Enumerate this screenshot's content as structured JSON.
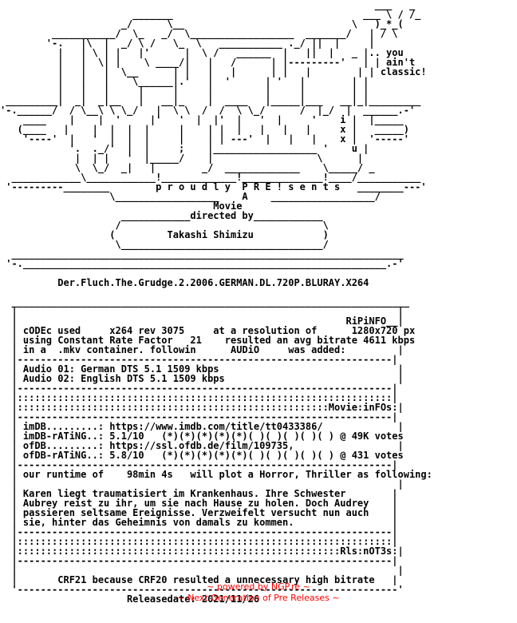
{
  "nfo_lines": [
    "                                                                 ___   _",
    "                       _______                                 ___ \\ / /_",
    "                     _/      \\__                             \\   )_*_(",
    "         ___________/  \\_   _/  \\__________________  _______/   | / \\",
    "        '-.   |\\  |  _/ \\ /   \\_  \\   ___________ ._/ ||  |     |",
    "          |   | \\ | |   |'      |  \\ /   ______  |   ||  |   _ |.. you",
    "          |   |  \\| |    \\ ____/|   |   /      | |---------'   | | ain't",
    "          |   |   |  \\__      | |   |   |      | |   |        | | classic!",
    "          |   |   |    \\______|.'   |  '      | '   |        | |",
    "          |   |   |     |     |     |         |     |        | |",
    " _________|  _|  _|__   |   __|_    |  ____   |_____|___   __|_|_________",
    "'-.______/  / \\__\\ \\ \\_/   |  \\ \\  /  /  \\ \\_/      /  |_/  |  ______.-'",
    "    ____    |    |  '     |'   '  |  |'  |   '  |     '    i |  |_____",
    "   (____   |    |  |  |  |     |    | |  |   |   |   |     x |   _____)",
    "    '----'  |   '  |  |  |     |    | | ---'  |   |   |    x |  '-----'",
    "            '.  ._/'  |  |     ;    |__________________ '    u |",
    "             |  | |   '  |_____/    |                  \\      |",
    "             \\  \\_/  _|   |        _/  _____________    \\_____/ _",
    "  ____________\\____________!_____________!______________!____/___________",
    " '---------________        p r o u d l y  P R E ! s e n t s   ________---'",
    "                   \\__________________    A    __________________/",
    "                                     Movie",
    "                     ____________directed by____________",
    "                    /                                   \\",
    "                   (         Takashi Shimizu            )",
    "                    \\___________________________________/",
    "  ____________________________________________________________________",
    " '-._______________________________________________________________.-'",
    "",
    "          Der.Fluch.The.Grudge.2.2006.GERMAN.DL.720P.BLURAY.X264",
    "",
    "  _____________________________________________________________________",
    "  |                                                                  |",
    "  |                                                         RiPiNFO__|",
    "  | cODEc used     x264 rev 3075     at a resolution of      1280x720 px",
    "  | using Constant Rate Factor   21    resulted an avg bitrate 4611 kbps",
    "  | in a  .mkv container. followin      AUDiO     was added:         |",
    "  |-----------------------------------------------------------------|",
    "  | Audio 01: German DTS 5.1 1509 kbps                               |",
    "  | Audio 02: English DTS 5.1 1509 kbps                              |",
    "  |-----------------------------------------------------------------|",
    "  |:::::::::::::::::::::::::::::::::::::::::::::::::::::::::::::::::|",
    "  |::::::::::::::::::::::::::::::::::::::::::::::::::::::Movie:inFOs:|",
    "  |-----------------------------------------------------------------|",
    "  | imDB.........: https://www.imdb.com/title/tt0433386/             |",
    "  | imDB-rATiNG..: 5.1/10   (*)(*)(*)(*)(*)( )( )( )( )( ) @ 49K votes",
    "  | ofDB.........: https://ssl.ofdb.de/film/109735,                  |",
    "  | ofDB-rATiNG..: 5.8/10   (*)(*)(*)(*)(*)( )( )( )( )( ) @ 431 votes",
    "  |-----------------------------------------------------------------|",
    "  | our runtime of    98min 4s   will plot a Horror, Thriller as following:",
    "  |                                                                  |",
    "  | Karen liegt traumatisiert im Krankenhaus. Ihre Schwester        |",
    "  | Aubrey reist zu ihr, um sie nach Hause zu holen. Doch Audrey    |",
    "  | passieren seltsame Ereignisse. Verzweifelt versucht nun auch    |",
    "  | sie, hinter das Geheimnis von damals zu kommen.                 |",
    "  |-----------------------------------------------------------------|",
    "  |:::::::::::::::::::::::::::::::::::::::::::::::::::::::::::::::::|",
    "  |::::::::::::::::::::::::::::::::::::::::::::::::::::::::Rls:nOT3s:|",
    "  |-----------------------------------------------------------------|",
    "  |                                                                  |",
    "  |       CRF21 because CRF20 resulted a unnecessary high bitrate   |",
    "  '------------------------------------------------------------------'",
    "                      Releasedate: 2021/11/26"
  ],
  "footer": {
    "line1": "~ powered by NGP.re ~",
    "line2": "~ Next Generation of Pre Releases ~"
  },
  "colors": {
    "text": "#000000",
    "footer": "#ff0000",
    "background": "#ffffff"
  }
}
